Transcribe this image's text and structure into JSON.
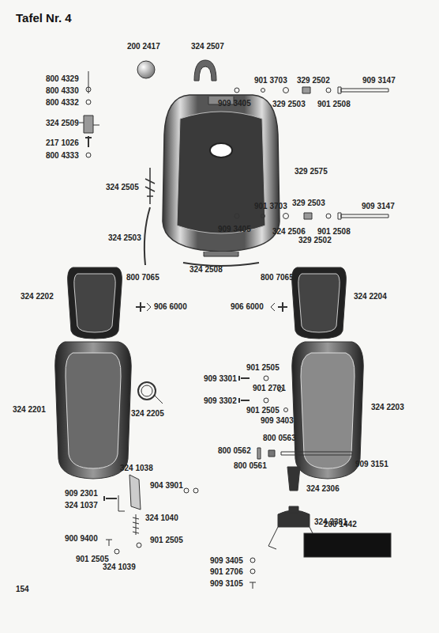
{
  "diagram": {
    "title": "Tafel Nr. 4",
    "labels": [
      "200 2417",
      "324 2507",
      "800 4329",
      "800 4330",
      "800 4332",
      "324 2509",
      "217 1026",
      "800 4333",
      "901 3703",
      "329 2502",
      "909 3147",
      "909 3405",
      "329 2503",
      "901 2508",
      "329 2575",
      "324 2505",
      "901 3703",
      "329 2503",
      "909 3147",
      "909 3405",
      "324 2506",
      "901 2508",
      "329 2502",
      "324 2503",
      "324 2508",
      "800 7065",
      "800 7065",
      "324 2202",
      "906 6000",
      "906 6000",
      "324 2204",
      "901 2505",
      "909 3301",
      "901 2701",
      "909 3302",
      "901 2505",
      "909 3403",
      "324 2201",
      "324 2205",
      "324 2203",
      "800 0563",
      "800 0562",
      "909 3151",
      "800 0561",
      "324 1038",
      "324 2306",
      "909 2301",
      "904 3901",
      "324 1037",
      "324 1040",
      "324 2381",
      "200 1442",
      "900 9400",
      "901 2505",
      "901 2505",
      "909 3405",
      "324 1039",
      "901 2706",
      "909 3105",
      "154"
    ]
  }
}
